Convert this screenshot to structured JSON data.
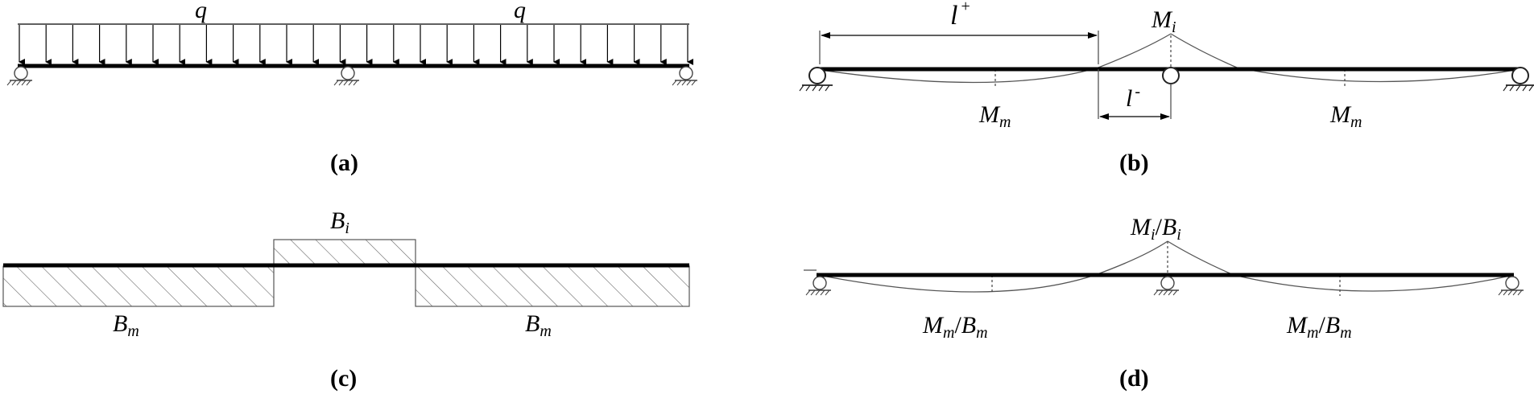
{
  "panel_a": {
    "load_left": "q",
    "load_right": "q",
    "caption": "(a)"
  },
  "panel_b": {
    "span_pos_label": "l",
    "span_pos_sup": "+",
    "span_neg_label": "l",
    "span_neg_sup": "-",
    "support_moment": "M",
    "support_moment_sub": "i",
    "span_moment_left": "M",
    "span_moment_left_sub": "m",
    "span_moment_right": "M",
    "span_moment_right_sub": "m",
    "caption": "(b)"
  },
  "panel_c": {
    "support_stiffness": "B",
    "support_stiffness_sub": "i",
    "span_stiffness_left": "B",
    "span_stiffness_left_sub": "m",
    "span_stiffness_right": "B",
    "span_stiffness_right_sub": "m",
    "caption": "(c)"
  },
  "panel_d": {
    "support_curvature": {
      "num": "M",
      "num_sub": "i",
      "sep": "/",
      "den": "B",
      "den_sub": "i"
    },
    "span_curvature_left": {
      "num": "M",
      "num_sub": "m",
      "sep": "/",
      "den": "B",
      "den_sub": "m"
    },
    "span_curvature_right": {
      "num": "M",
      "num_sub": "m",
      "sep": "/",
      "den": "B",
      "den_sub": "m"
    },
    "caption": "(d)"
  }
}
